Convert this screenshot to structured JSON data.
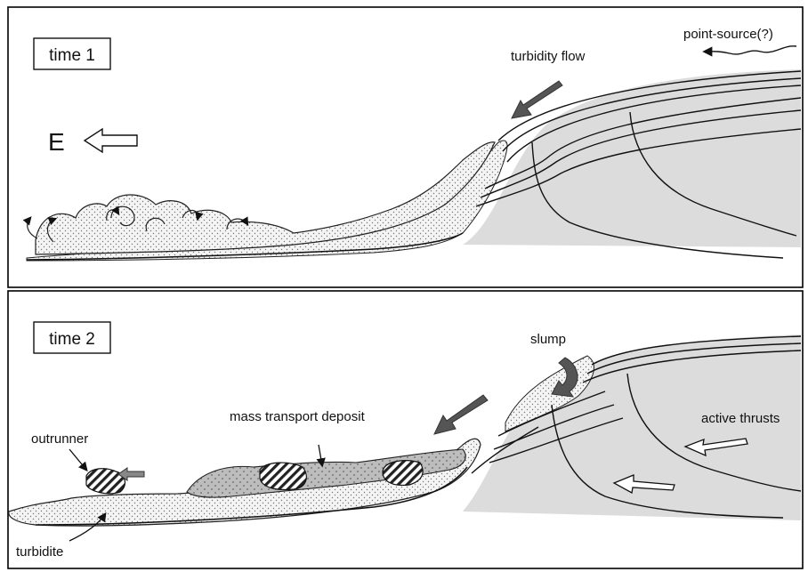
{
  "panels": [
    {
      "id": "time1",
      "title": "time 1",
      "labels": {
        "point_source": "point-source(?)",
        "turbidity_flow": "turbidity flow",
        "direction": "E"
      }
    },
    {
      "id": "time2",
      "title": "time 2",
      "labels": {
        "slump": "slump",
        "active_thrusts": "active thrusts",
        "mass_transport_deposit": "mass transport deposit",
        "outrunner": "outrunner",
        "turbidite": "turbidite"
      }
    }
  ],
  "colors": {
    "wedge_fill": "#dcdcdc",
    "sediment_fill": "#f2f2f2",
    "flow_arrow": "#555555",
    "frame": "#000000"
  }
}
